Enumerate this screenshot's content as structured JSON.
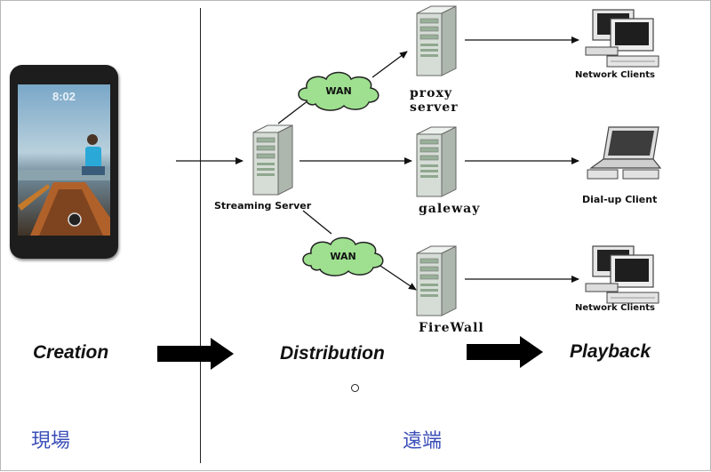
{
  "diagram": {
    "nodes": {
      "streaming_server": "Streaming Server",
      "proxy_server": "proxy\nserver",
      "gateway": "galeway",
      "firewall": "FireWall",
      "wan_top": "WAN",
      "wan_bottom": "WAN",
      "client_top": "Network Clients",
      "client_dialup": "Dial-up Client",
      "client_bottom": "Network Clients"
    },
    "stages": {
      "creation": "Creation",
      "distribution": "Distribution",
      "playback": "Playback"
    },
    "regions": {
      "left": "現場",
      "right": "遠端"
    },
    "phone": {
      "clock": "8:02"
    }
  }
}
